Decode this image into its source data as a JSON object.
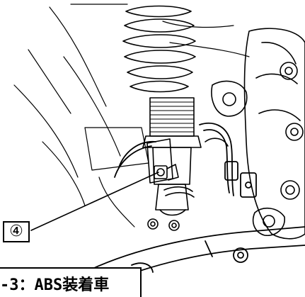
{
  "callout": {
    "number": "④"
  },
  "caption": {
    "text": "-3：ABS装着車"
  },
  "illustration": {
    "subject": "suspension-strut-assembly"
  }
}
